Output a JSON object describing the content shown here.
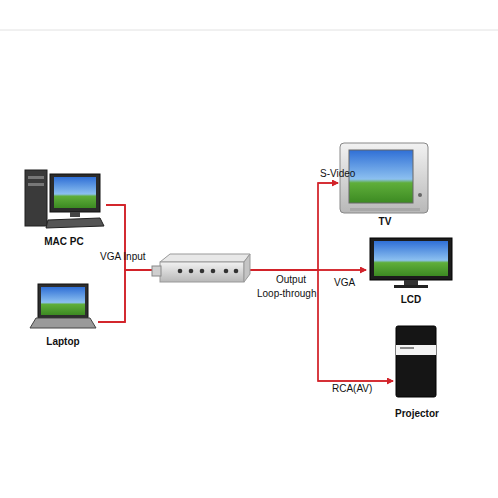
{
  "diagram": {
    "nodes": [
      {
        "text": [
          "MAC PC"
        ]
      },
      {
        "text": [
          "Laptop"
        ]
      },
      {
        "text": [
          "TV"
        ]
      },
      {
        "text": [
          "LCD"
        ]
      },
      {
        "text": [
          "Projector"
        ]
      }
    ],
    "edges": [
      {
        "from": 0,
        "to": 2,
        "arrow": "to"
      },
      {
        "from": 0,
        "to": 3,
        "arrow": "to"
      },
      {
        "from": 0,
        "to": 4,
        "arrow": "to"
      },
      {
        "from": 1,
        "to": 2,
        "arrow": "to"
      },
      {
        "from": 1,
        "to": 3,
        "arrow": "to"
      },
      {
        "from": 1,
        "to": 4,
        "arrow": "to"
      }
    ],
    "labels": [
      "VGA Input",
      "Output",
      "Loop-through",
      "S-Video",
      "VGA",
      "RCA(AV)"
    ]
  }
}
